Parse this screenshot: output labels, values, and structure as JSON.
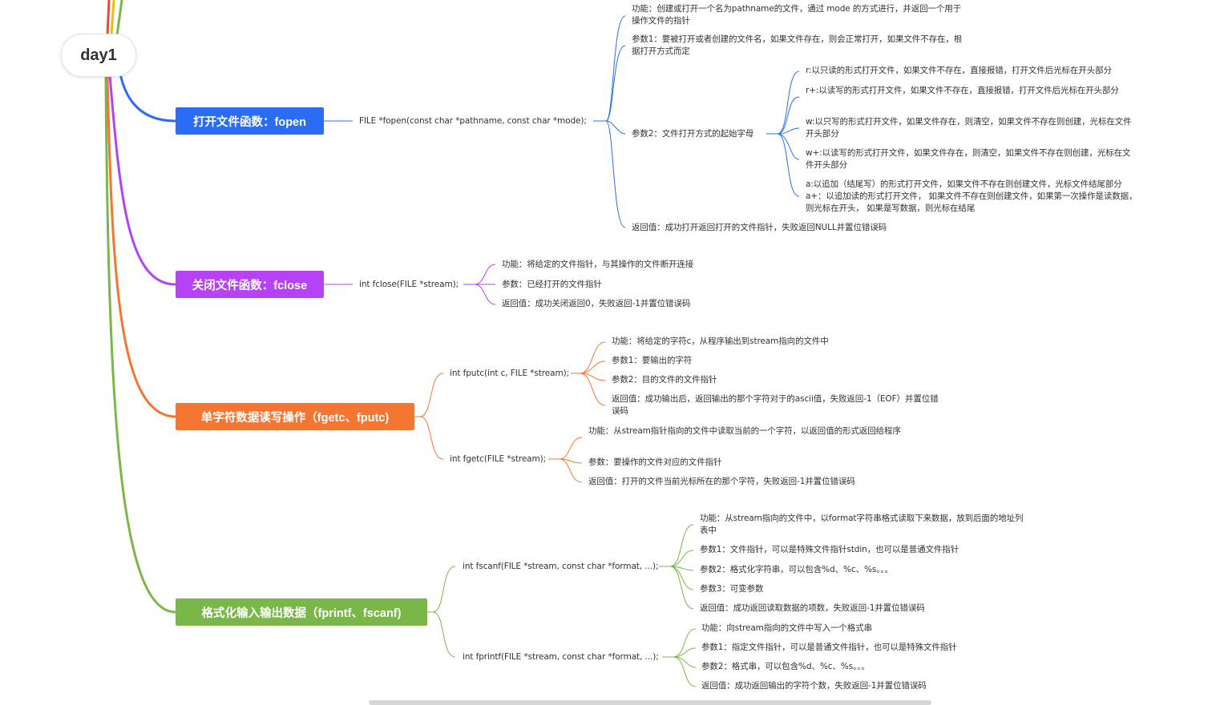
{
  "root": {
    "label": "day1"
  },
  "colors": {
    "blue": "#2a6cf6",
    "purple": "#b542f5",
    "orange": "#f57532",
    "green": "#7ab648",
    "red": "#e84a3a",
    "yellow": "#f2b91e"
  },
  "branches": [
    {
      "label": "打开文件函数：fopen",
      "color": "#2a6cf6",
      "signature": "FILE *fopen(const char *pathname, const char *mode);",
      "items": [
        "功能：创建或打开一个名为pathname的文件，通过 mode 的方式进行，并返回一个用于操作文件的指针",
        "参数1：要被打开或者创建的文件名，如果文件存在，则会正常打开，如果文件不存在，根据打开方式而定",
        "参数2：文件打开方式的起始字母",
        "返回值：成功打开返回打开的文件指针，失败返回NULL并置位错误码"
      ],
      "modes": [
        "r:以只读的形式打开文件，如果文件不存在，直接报错，打开文件后光标在开头部分",
        "r+:以读写的形式打开文件，如果文件不存在，直接报错，打开文件后光标在开头部分",
        "w:以只写的形式打开文件，如果文件存在，则清空，如果文件不存在则创建，光标在文件开头部分",
        "w+:以读写的形式打开文件，如果文件存在，则清空，如果文件不存在则创建，光标在文件开头部分",
        "a:以追加（结尾写）的形式打开文件，如果文件不存在则创建文件，光标文件结尾部分 a+：以追加读的形式打开文件， 如果文件不存在则创建文件，如果第一次操作是读数据，则光标在开头， 如果是写数据，则光标在结尾"
      ]
    },
    {
      "label": "关闭文件函数：fclose",
      "color": "#b542f5",
      "signature": "int fclose(FILE *stream);",
      "items": [
        "功能：将给定的文件指针，与其操作的文件断开连接",
        "参数：已经打开的文件指针",
        "返回值：成功关闭返回0，失败返回-1并置位错误码"
      ]
    },
    {
      "label": "单字符数据读写操作（fgetc、fputc)",
      "color": "#f57532",
      "functions": [
        {
          "signature": "int fputc(int c, FILE *stream);",
          "items": [
            "功能：将给定的字符c，从程序输出到stream指向的文件中",
            "参数1：要输出的字符",
            "参数2：目的文件的文件指针",
            "返回值：成功输出后，返回输出的那个字符对于的ascii值，失败返回-1（EOF）并置位错误码"
          ]
        },
        {
          "signature": "int fgetc(FILE *stream);",
          "items": [
            "功能：从stream指针指向的文件中读取当前的一个字符，以返回值的形式返回给程序",
            "参数：要操作的文件对应的文件指针",
            "返回值：打开的文件当前光标所在的那个字符，失败返回-1并置位错误码"
          ]
        }
      ]
    },
    {
      "label": "格式化输入输出数据（fprintf、fscanf)",
      "color": "#7ab648",
      "functions": [
        {
          "signature": "int fscanf(FILE *stream, const char *format, ...);",
          "items": [
            "功能：从stream指向的文件中，以format字符串格式读取下来数据，放到后面的地址列表中",
            "参数1：文件指针，可以是特殊文件指针stdin，也可以是普通文件指针",
            "参数2：格式化字符串，可以包含%d、%c、%s。。。",
            "参数3：可变参数",
            "返回值：成功返回读取数据的项数，失败返回-1并置位错误码"
          ]
        },
        {
          "signature": "int fprintf(FILE *stream, const char *format, ...);",
          "items": [
            "功能：向stream指向的文件中写入一个格式串",
            "参数1：指定文件指针，可以是普通文件指针，也可以是特殊文件指针",
            "参数2：格式串，可以包含%d、%c、%s。。。",
            "返回值：成功返回输出的字符个数，失败返回-1并置位错误码"
          ]
        }
      ]
    }
  ]
}
